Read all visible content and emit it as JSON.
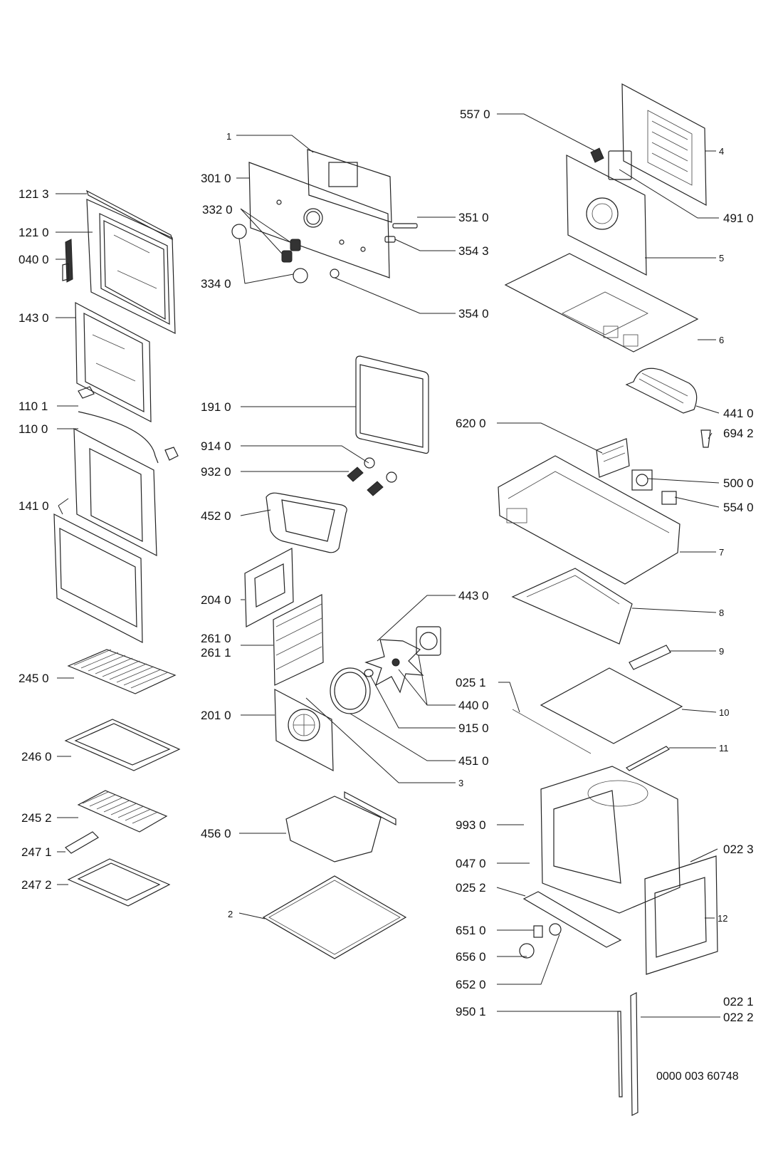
{
  "drawing_code": "0000 003 60748",
  "labels": {
    "l1213": "121 3",
    "l1210": "121 0",
    "l0400": "040 0",
    "l1430": "143 0",
    "l1101": "110 1",
    "l1100": "110 0",
    "l1410": "141 0",
    "l2450": "245 0",
    "l2460": "246 0",
    "l2452": "245 2",
    "l2471": "247 1",
    "l2472": "247 2",
    "l1": "1",
    "l3010": "301 0",
    "l3320": "332 0",
    "l3340": "334 0",
    "l3510": "351 0",
    "l3543": "354 3",
    "l3540": "354 0",
    "l1910": "191 0",
    "l9140": "914 0",
    "l9320": "932 0",
    "l4520": "452 0",
    "l2040": "204 0",
    "l2610": "261 0",
    "l2611": "261 1",
    "l2010": "201 0",
    "l4560": "456 0",
    "l2": "2",
    "l4430": "443 0",
    "l4400": "440 0",
    "l9150": "915 0",
    "l4510": "451 0",
    "l3": "3",
    "l5570": "557 0",
    "l4": "4",
    "l4910": "491 0",
    "l5": "5",
    "l6": "6",
    "l4410": "441 0",
    "l6942": "694 2",
    "l6200": "620 0",
    "l5000": "500 0",
    "l5540": "554 0",
    "l7": "7",
    "l8": "8",
    "l9": "9",
    "l0251": "025 1",
    "l10": "10",
    "l11": "11",
    "l9930": "993 0",
    "l0470": "047 0",
    "l0223": "022 3",
    "l0252": "025 2",
    "l12": "12",
    "l6510": "651 0",
    "l6560": "656 0",
    "l6520": "652 0",
    "l9501": "950 1",
    "l0221": "022 1",
    "l0222": "022 2"
  }
}
